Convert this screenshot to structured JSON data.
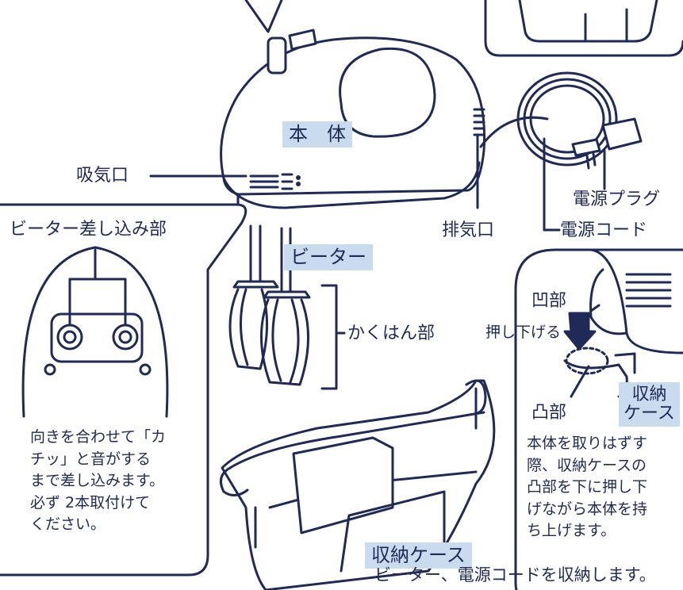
{
  "colors": {
    "ink": "#1f2a56",
    "tag_bg": "#c8dbef",
    "paper": "#ffffff"
  },
  "labels": {
    "main_body": "本　体",
    "air_intake": "吸気口",
    "exhaust": "排気口",
    "power_plug": "電源プラグ",
    "power_cord": "電源コード",
    "beater_insert": "ビーター差し込み部",
    "beater": "ビーター",
    "stirring_part": "かくはん部",
    "concave": "凹部",
    "push_down": "押し下げる",
    "convex": "凸部",
    "storage_case_small_line1": "収納",
    "storage_case_small_line2": "ケース",
    "storage_case": "収納ケース",
    "storage_caption": "ビーター、電源コードを収納します。"
  },
  "notes": {
    "insert_lines": [
      "向きを合わせて「カ",
      "チッ」と音がする",
      "まで差し込みます。",
      "必ず 2本取付けて",
      "ください。"
    ],
    "remove_lines": [
      "本体を取りはずす",
      "際、収納ケースの",
      "凸部を下に押し下",
      "げながら本体を持",
      "ち上げます。"
    ]
  }
}
